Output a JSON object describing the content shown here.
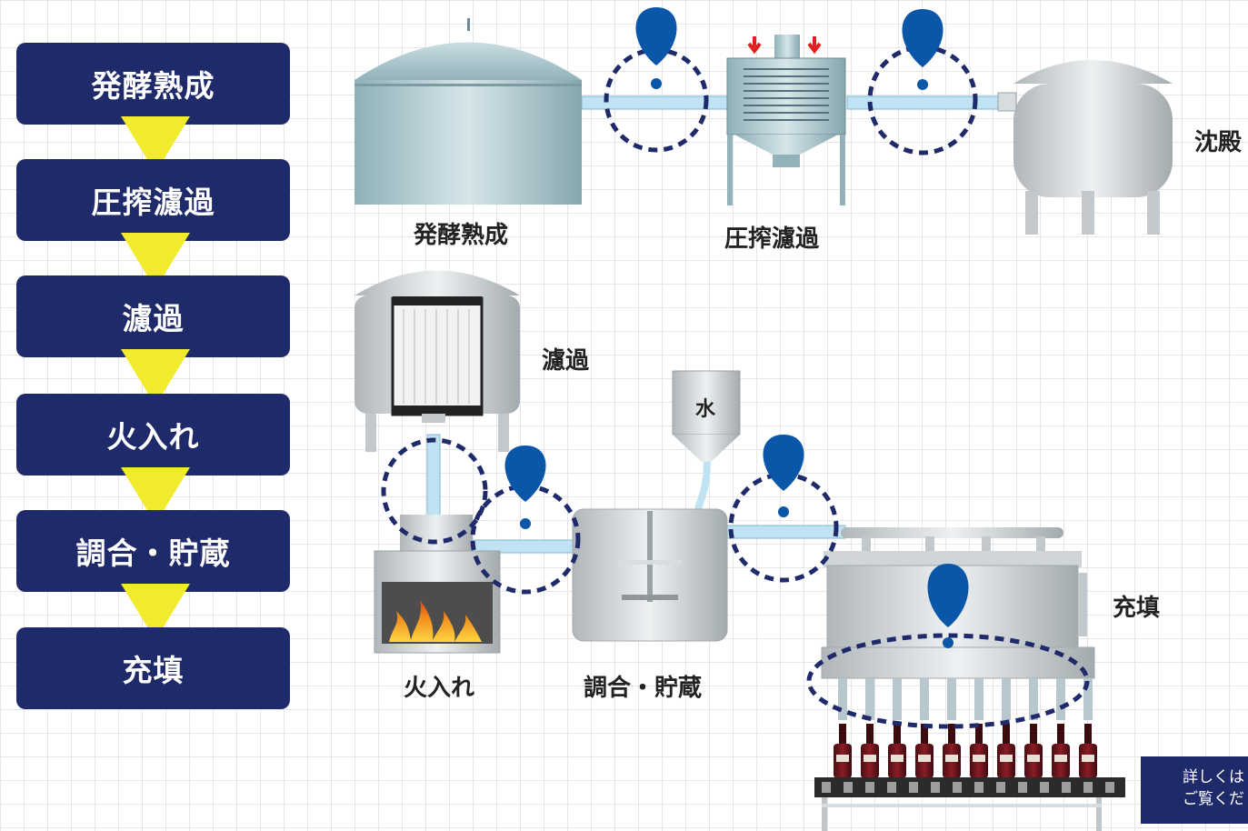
{
  "flow_steps": [
    {
      "label": "発酵熟成"
    },
    {
      "label": "圧搾濾過"
    },
    {
      "label": "濾過"
    },
    {
      "label": "火入れ"
    },
    {
      "label": "調合・貯蔵"
    },
    {
      "label": "充填"
    }
  ],
  "diagram_labels": {
    "fermentation": "発酵熟成",
    "press_filter": "圧搾濾過",
    "sedimentation": "沈殿",
    "filtration": "濾過",
    "pasteurization": "火入れ",
    "blending_storage": "調合・貯蔵",
    "filling": "充填",
    "water": "水"
  },
  "detail_box": {
    "line1": "詳しくは",
    "line2": "ご覧くだ"
  },
  "colors": {
    "step_box": "#1f2a6b",
    "arrow": "#f1ea2d",
    "marker_pin": "#0a56a8",
    "dashed_circle": "#1f2a6b",
    "pipe": "#bfe3f3",
    "flame": "#f08a1c"
  }
}
